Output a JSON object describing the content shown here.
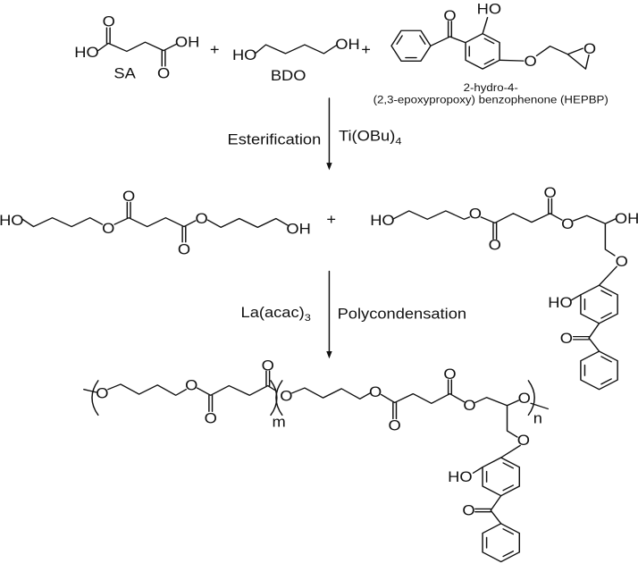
{
  "atoms": {
    "O": "O",
    "HO": "HO",
    "OH": "OH"
  },
  "plus": "+",
  "reactants": {
    "sa_label": "SA",
    "bdo_label": "BDO",
    "hepbp_label_line1": "2-hydro-4-",
    "hepbp_label_line2": "(2,3-epoxypropoxy) benzophenone (HEPBP)"
  },
  "step1": {
    "name": "Esterification",
    "catalyst": "Ti(OBu)",
    "catalyst_subscript": "4"
  },
  "step2": {
    "catalyst": "La(acac)",
    "catalyst_subscript": "3",
    "name": "Polycondensation"
  },
  "polymer": {
    "repeat_m": "m",
    "repeat_n": "n"
  }
}
